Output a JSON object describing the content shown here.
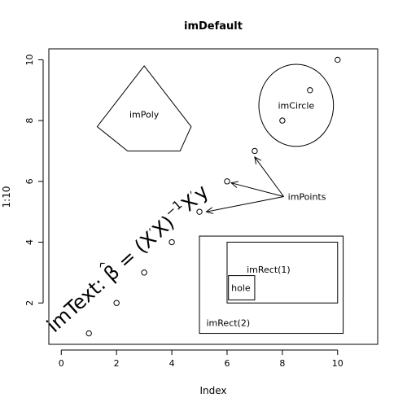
{
  "chart_data": {
    "type": "scatter",
    "title": "imDefault",
    "xlabel": "Index",
    "ylabel": "1:10",
    "xlim": [
      -0.45,
      11.45
    ],
    "ylim": [
      0.64,
      10.36
    ],
    "x_ticks": [
      0,
      2,
      4,
      6,
      8,
      10
    ],
    "y_ticks": [
      2,
      4,
      6,
      8,
      10
    ],
    "points": {
      "x": [
        1,
        2,
        3,
        4,
        5,
        6,
        7,
        8,
        9,
        10
      ],
      "y": [
        1,
        2,
        3,
        4,
        5,
        6,
        7,
        8,
        9,
        10
      ]
    },
    "poly": {
      "label": "imPoly",
      "label_at": [
        3,
        8.2
      ],
      "vertices": [
        [
          1.3,
          7.8
        ],
        [
          3.0,
          9.8
        ],
        [
          4.7,
          7.8
        ],
        [
          4.3,
          7.0
        ],
        [
          2.4,
          7.0
        ]
      ]
    },
    "circle": {
      "label": "imCircle",
      "center": [
        8.5,
        8.5
      ],
      "radius": 1.35,
      "label_at": [
        8.5,
        8.5
      ]
    },
    "arrows": {
      "label": "imPoints",
      "from": [
        8.05,
        5.5
      ],
      "to": [
        [
          5.25,
          5.0
        ],
        [
          6.15,
          5.95
        ],
        [
          7.0,
          6.8
        ]
      ],
      "label_at": [
        8.2,
        5.5
      ]
    },
    "rect_outer": {
      "label": "imRect(2)",
      "corners": [
        [
          5.0,
          1.0
        ],
        [
          10.2,
          4.2
        ]
      ],
      "label_at": [
        5.25,
        1.35
      ]
    },
    "rect_inner": {
      "label": "imRect(1)",
      "corners": [
        [
          6.0,
          2.0
        ],
        [
          10.0,
          4.0
        ]
      ],
      "label_at": [
        7.5,
        3.1
      ]
    },
    "hole": {
      "label": "hole",
      "corners": [
        [
          6.05,
          2.1
        ],
        [
          7.0,
          2.9
        ]
      ],
      "label_at": [
        6.5,
        2.5
      ]
    },
    "math_text": {
      "lead": "imText: ",
      "beta": "β",
      "hat": "^",
      "equals": " = (X",
      "prime": "′",
      "x2": "X)",
      "exp": "−1",
      "x3": "X",
      "tail": "y",
      "anchor": [
        -0.25,
        1.0
      ],
      "rotation_deg": 42
    }
  }
}
